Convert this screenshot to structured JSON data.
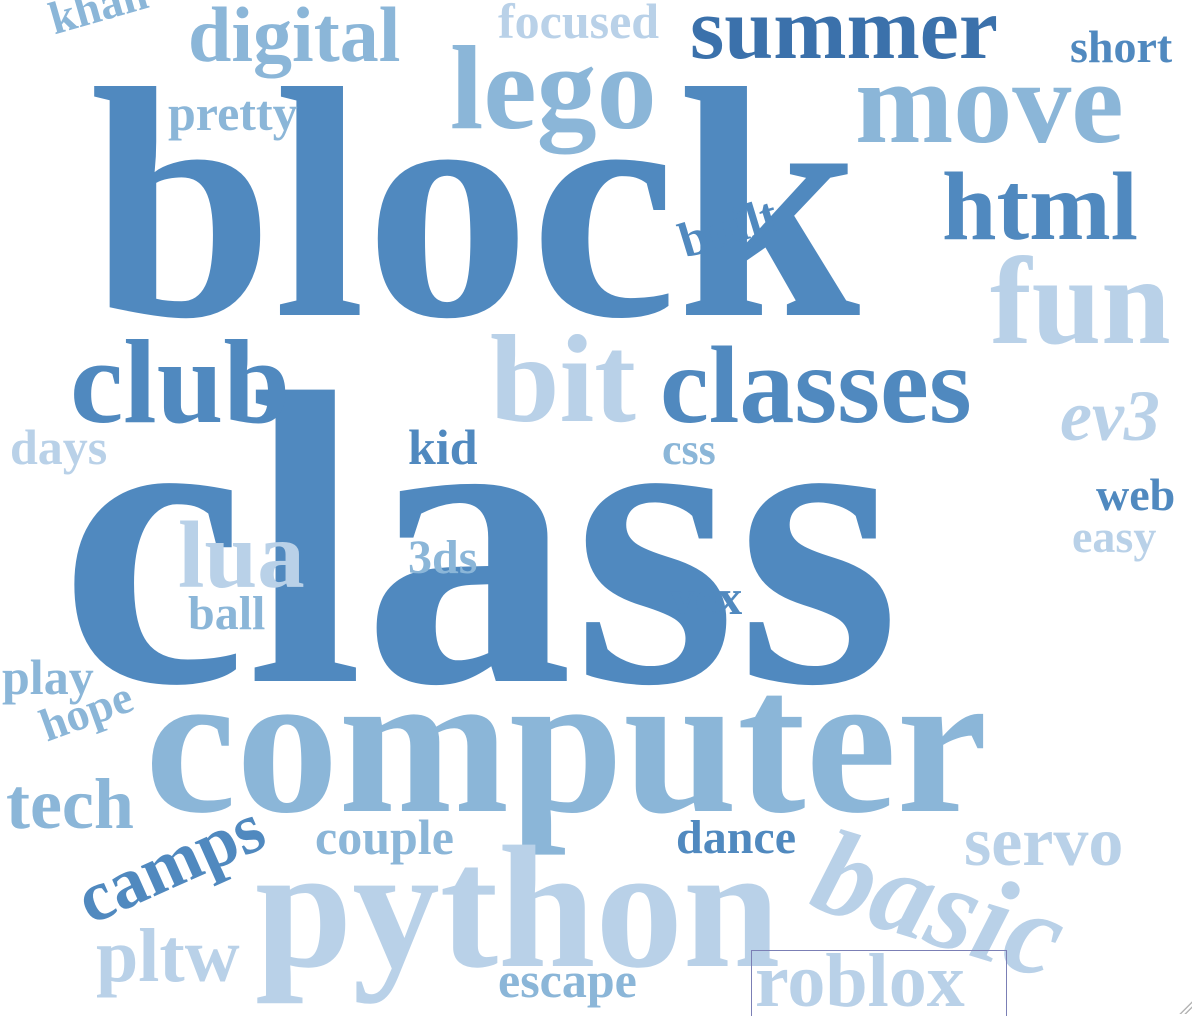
{
  "colors": {
    "dark": "#3b71ab",
    "mid": "#5089bf",
    "light": "#8bb6d8",
    "pale": "#b9d1e8"
  },
  "words": [
    {
      "id": "class",
      "text": "class",
      "tone": "mid"
    },
    {
      "id": "block",
      "text": "block",
      "tone": "mid"
    },
    {
      "id": "computer",
      "text": "computer",
      "tone": "light"
    },
    {
      "id": "python",
      "text": "python",
      "tone": "pale"
    },
    {
      "id": "summer",
      "text": "summer",
      "tone": "dark"
    },
    {
      "id": "lego",
      "text": "lego",
      "tone": "light"
    },
    {
      "id": "move",
      "text": "move",
      "tone": "light"
    },
    {
      "id": "digital",
      "text": "digital",
      "tone": "light"
    },
    {
      "id": "focused",
      "text": "focused",
      "tone": "pale"
    },
    {
      "id": "khan",
      "text": "khan",
      "tone": "light"
    },
    {
      "id": "short",
      "text": "short",
      "tone": "mid"
    },
    {
      "id": "pretty",
      "text": "pretty",
      "tone": "light"
    },
    {
      "id": "html",
      "text": "html",
      "tone": "mid"
    },
    {
      "id": "built",
      "text": "built",
      "tone": "mid"
    },
    {
      "id": "fun",
      "text": "fun",
      "tone": "pale"
    },
    {
      "id": "club",
      "text": "club",
      "tone": "mid"
    },
    {
      "id": "bit",
      "text": "bit",
      "tone": "pale"
    },
    {
      "id": "classes",
      "text": "classes",
      "tone": "mid"
    },
    {
      "id": "ev3",
      "text": "ev3",
      "tone": "pale"
    },
    {
      "id": "days",
      "text": "days",
      "tone": "pale"
    },
    {
      "id": "kid",
      "text": "kid",
      "tone": "mid"
    },
    {
      "id": "css",
      "text": "css",
      "tone": "light"
    },
    {
      "id": "web",
      "text": "web",
      "tone": "mid"
    },
    {
      "id": "easy",
      "text": "easy",
      "tone": "pale"
    },
    {
      "id": "lua",
      "text": "lua",
      "tone": "pale"
    },
    {
      "id": "3ds",
      "text": "3ds",
      "tone": "light"
    },
    {
      "id": "vex",
      "text": "vex",
      "tone": "mid"
    },
    {
      "id": "ball",
      "text": "ball",
      "tone": "light"
    },
    {
      "id": "play",
      "text": "play",
      "tone": "light"
    },
    {
      "id": "hope",
      "text": "hope",
      "tone": "light"
    },
    {
      "id": "tech",
      "text": "tech",
      "tone": "light"
    },
    {
      "id": "camps",
      "text": "camps",
      "tone": "mid"
    },
    {
      "id": "couple",
      "text": "couple",
      "tone": "light"
    },
    {
      "id": "dance",
      "text": "dance",
      "tone": "mid"
    },
    {
      "id": "servo",
      "text": "servo",
      "tone": "pale"
    },
    {
      "id": "basic",
      "text": "basic",
      "tone": "pale"
    },
    {
      "id": "pltw",
      "text": "pltw",
      "tone": "pale"
    },
    {
      "id": "escape",
      "text": "escape",
      "tone": "light"
    },
    {
      "id": "roblox",
      "text": "roblox",
      "tone": "pale"
    }
  ]
}
